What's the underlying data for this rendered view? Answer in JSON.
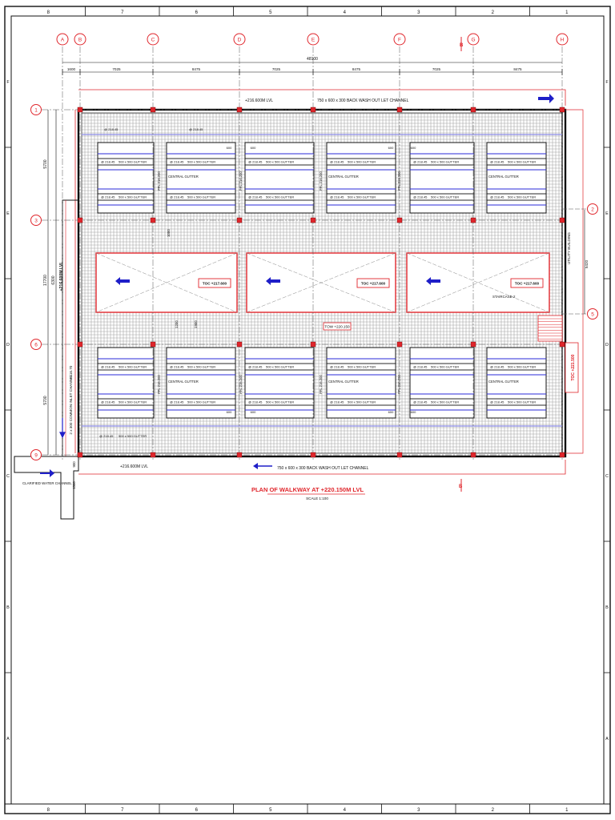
{
  "frame": {
    "col_labels": [
      "8",
      "7",
      "6",
      "5",
      "4",
      "3",
      "2",
      "1"
    ],
    "row_labels": [
      "F",
      "E",
      "D",
      "C",
      "B",
      "A"
    ]
  },
  "grid": {
    "column_bubbles": [
      "A",
      "B",
      "C",
      "D",
      "E",
      "F",
      "G",
      "H"
    ],
    "row_bubbles": [
      "1",
      "3",
      "6",
      "9"
    ],
    "right_bubbles": [
      "2",
      "5"
    ],
    "overall_dim": "48100",
    "bay_dims": [
      "1600",
      "7025",
      "8475",
      "7025",
      "8475",
      "7025",
      "8475"
    ],
    "left_dims": [
      "5700",
      "17700",
      "6300",
      "5700"
    ],
    "right_dim": "5420"
  },
  "labels": {
    "top_level": "+216.600M LVL",
    "top_channel": "750 x 600 x 300 BACK WASH OUT LET CHANNEL",
    "bottom_level": "+216.600M LVL",
    "bottom_channel": "750 x 600 x 300 BACK WASH OUT LET CHANNEL",
    "left_level": "+216.600M LVL",
    "left_channel": "2 x 300 COMMON INLET CHANNEL",
    "left_level_small": "+216.70",
    "clarified": "CLARIFIED WATER CHANNEL",
    "clarified_dim": "1500",
    "clarified_dim2": "900",
    "gutter": "500 x 500 GUTTER",
    "gutter_level": "@ 218.45",
    "central_gutter": "CENTRAL GUTTER",
    "ffl": "FFL 216.200",
    "toc_filter": "TOC +217.600",
    "tow": "TOW +220.150",
    "toc_right": "TOC +221.500",
    "utility": "UTILITY BUILDING",
    "staircase": "STAIRCASE-2",
    "section_mark": "B",
    "dim_600": "600",
    "dim_1000": "1000",
    "dim_1900": "1900",
    "dim_1200": "1200"
  },
  "title": {
    "main": "PLAN OF WALKWAY AT +220.150M LVL",
    "scale": "SCALE 1:100"
  },
  "colors": {
    "line": "#1a1a1a",
    "red": "#e0262c",
    "blue": "#2a2ad8",
    "lightblue": "#8a8ae8",
    "hatch": "#9a9a9a"
  }
}
